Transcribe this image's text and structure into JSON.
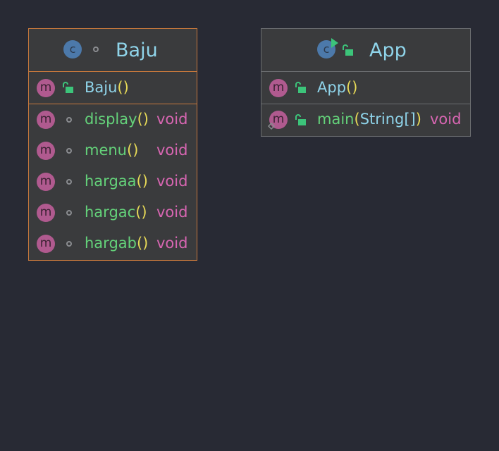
{
  "classes": {
    "baju": {
      "name": "Baju",
      "badge": "c",
      "constructor": {
        "badge": "m",
        "name": "Baju",
        "parens": "()"
      },
      "methods": [
        {
          "badge": "m",
          "name": "display",
          "parens": "()",
          "return": "void"
        },
        {
          "badge": "m",
          "name": "menu",
          "parens": "()",
          "return": "void"
        },
        {
          "badge": "m",
          "name": "hargaa",
          "parens": "()",
          "return": "void"
        },
        {
          "badge": "m",
          "name": "hargac",
          "parens": "()",
          "return": "void"
        },
        {
          "badge": "m",
          "name": "hargab",
          "parens": "()",
          "return": "void"
        }
      ]
    },
    "app": {
      "name": "App",
      "badge": "c",
      "constructor": {
        "badge": "m",
        "name": "App",
        "parens": "()"
      },
      "methods": [
        {
          "badge": "m",
          "name": "main",
          "paren_open": "(",
          "param": "String[]",
          "paren_close": ")",
          "return": "void"
        }
      ]
    }
  },
  "colors": {
    "background": "#282a34",
    "box_fill": "#3a3b3d",
    "baju_border": "#c7783c",
    "app_border": "#6b6d70",
    "class_badge": "#4c79aa",
    "method_badge": "#b05a8f",
    "type_name": "#8fd4ea",
    "method_name": "#64d27a",
    "paren": "#e6d957",
    "return_type": "#d866b2",
    "lock_green": "#3cc47a"
  },
  "icons": {
    "class": "class-icon",
    "method": "method-icon",
    "package_private": "circle-dot-icon",
    "public": "open-lock-icon",
    "runnable": "play-icon",
    "overrides": "override-icon"
  }
}
